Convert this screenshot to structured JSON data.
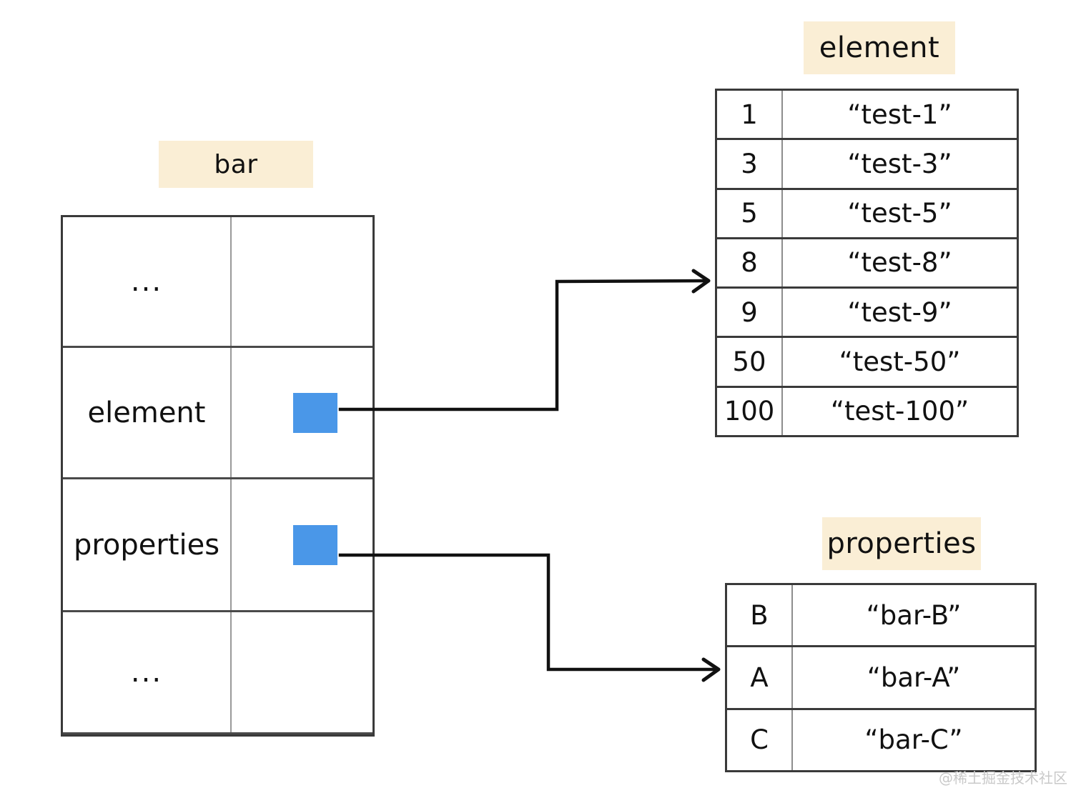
{
  "diagram": {
    "title_chips": {
      "bar": "bar",
      "element": "element",
      "properties": "properties"
    },
    "colors": {
      "chip_background": "#faeed5",
      "pointer_box": "#4a97e8",
      "table_border": "#3a3a3a",
      "text": "#111111",
      "watermark": "#c9c9c9"
    }
  },
  "bar_table": {
    "name": "bar",
    "rows": [
      {
        "key": "...",
        "value_kind": "empty",
        "value": ""
      },
      {
        "key": "element",
        "value_kind": "pointer",
        "value": ""
      },
      {
        "key": "properties",
        "value_kind": "pointer",
        "value": ""
      },
      {
        "key": "...",
        "value_kind": "empty",
        "value": ""
      }
    ]
  },
  "element_table": {
    "name": "element",
    "rows": [
      {
        "key": "1",
        "value": "“test-1”"
      },
      {
        "key": "3",
        "value": "“test-3”"
      },
      {
        "key": "5",
        "value": "“test-5”"
      },
      {
        "key": "8",
        "value": "“test-8”"
      },
      {
        "key": "9",
        "value": "“test-9”"
      },
      {
        "key": "50",
        "value": "“test-50”"
      },
      {
        "key": "100",
        "value": "“test-100”"
      }
    ]
  },
  "properties_table": {
    "name": "properties",
    "rows": [
      {
        "key": "B",
        "value": "“bar-B”"
      },
      {
        "key": "A",
        "value": "“bar-A”"
      },
      {
        "key": "C",
        "value": "“bar-C”"
      }
    ]
  },
  "arrows": [
    {
      "from": "bar.element.pointer",
      "to": "element_table"
    },
    {
      "from": "bar.properties.pointer",
      "to": "properties_table"
    }
  ],
  "watermark": {
    "text": "@稀土掘金技术社区"
  }
}
